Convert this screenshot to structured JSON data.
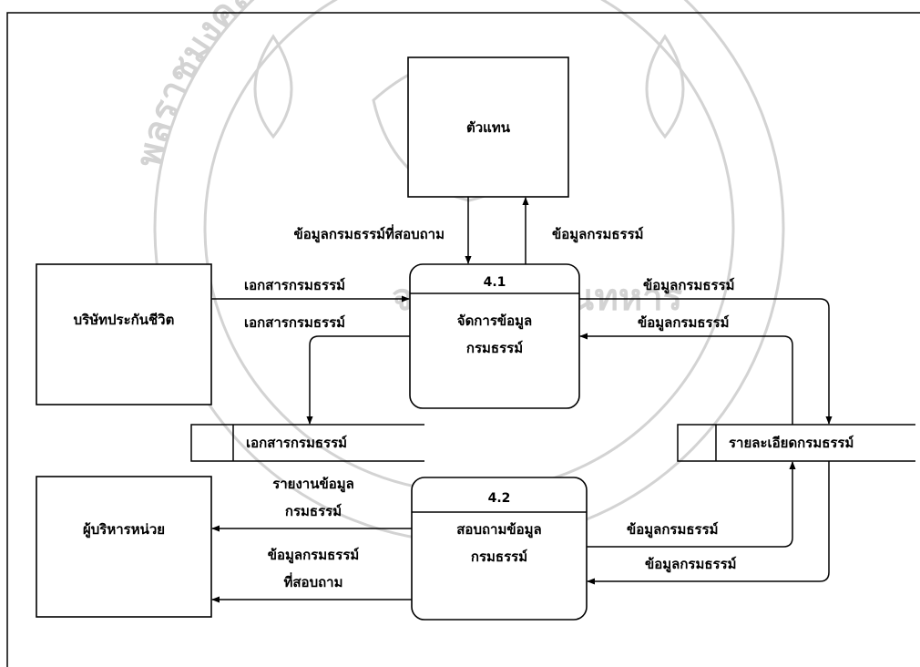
{
  "watermark": {
    "arc_text": "พลราชมงคล",
    "bottom_text": "จอมเกล้าคุณทหาร"
  },
  "entities": {
    "agent": "ตัวแทน",
    "company": "บริษัทประกันชีวิต",
    "manager": "ผู้บริหารหน่วย"
  },
  "processes": [
    {
      "id": "4.1",
      "line1": "จัดการข้อมูล",
      "line2": "กรมธรรม์"
    },
    {
      "id": "4.2",
      "line1": "สอบถามข้อมูล",
      "line2": "กรมธรรม์"
    }
  ],
  "datastores": [
    {
      "name": "เอกสารกรมธรรม์"
    },
    {
      "name": "รายละเอียดกรมธรรม์"
    }
  ],
  "flows": {
    "agent_to_p41": "ข้อมูลกรมธรรม์ที่สอบถาม",
    "p41_to_agent": "ข้อมูลกรมธรรม์",
    "company_to_p41": "เอกสารกรมธรรม์",
    "p41_to_doc": "เอกสารกรมธรรม์",
    "p41_to_detail": "ข้อมูลกรมธรรม์",
    "detail_to_p41": "ข้อมูลกรมธรรม์",
    "p42_to_manager_a1": "รายงานข้อมูล",
    "p42_to_manager_a2": "กรมธรรม์",
    "p42_to_manager_b1": "ข้อมูลกรมธรรม์",
    "p42_to_manager_b2": "ที่สอบถาม",
    "p42_to_detail": "ข้อมูลกรมธรรม์",
    "detail_to_p42": "ข้อมูลกรมธรรม์"
  }
}
